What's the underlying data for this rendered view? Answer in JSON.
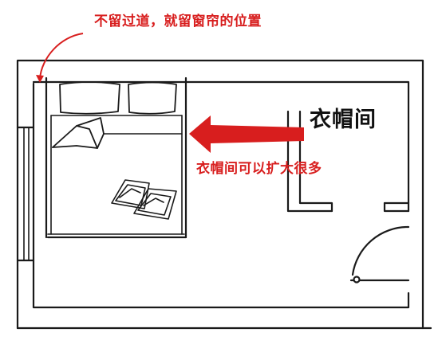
{
  "annotations": {
    "top_note": "不留过道，就留窗帘的位置",
    "room_label": "衣帽间",
    "expand_note": "衣帽间可以扩大很多"
  },
  "colors": {
    "annotation_red": "#d81e1e",
    "line": "#1a1a1a",
    "background": "#ffffff"
  },
  "icons": {
    "pointer_arrow": "curved-arrow-icon",
    "direction_arrow": "left-arrow-icon"
  }
}
